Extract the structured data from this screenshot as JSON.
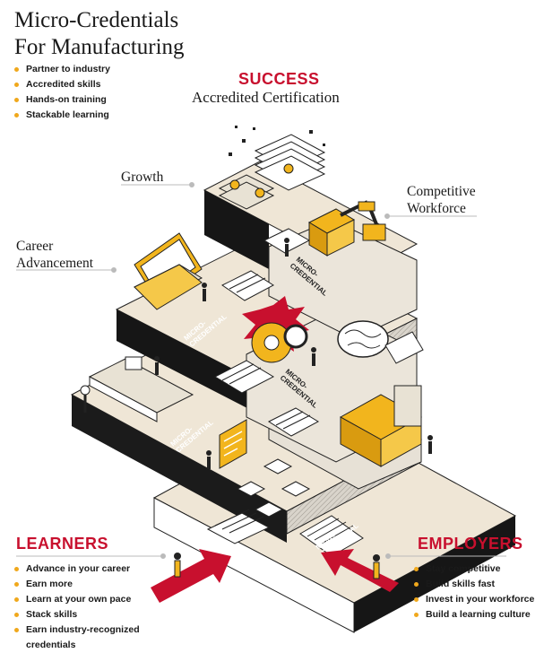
{
  "title_line1": "Micro-Credentials",
  "title_line2": "For Manufacturing",
  "intro_bullets": [
    "Partner to industry",
    "Accredited skills",
    "Hands-on training",
    "Stackable learning"
  ],
  "success": {
    "heading": "SUCCESS",
    "subheading": "Accredited Certification"
  },
  "callouts": {
    "growth": "Growth",
    "competitive_line1": "Competitive",
    "competitive_line2": "Workforce",
    "career_line1": "Career",
    "career_line2": "Advancement"
  },
  "step_label_line1": "MICRO-",
  "step_label_line2": "CREDENTIAL",
  "learners": {
    "heading": "LEARNERS",
    "bullets": [
      "Advance in your career",
      "Earn more",
      "Learn at your own pace",
      "Stack skills",
      "Earn industry-recognized",
      "credentials"
    ]
  },
  "employers": {
    "heading": "EMPLOYERS",
    "bullets": [
      "Stay competitive",
      "Build skills fast",
      "Invest in your workforce",
      "Build a learning culture"
    ]
  },
  "colors": {
    "accent_red": "#c8102e",
    "bullet_gold": "#f0a81c",
    "machine_yellow": "#f2b51d",
    "platform_beige": "#efe6d6",
    "wall_black": "#161616"
  }
}
